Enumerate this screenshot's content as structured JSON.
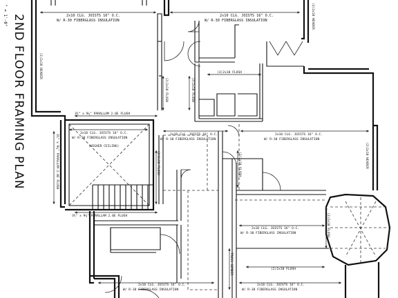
{
  "title": "2ND FLOOR FRAMING PLAN",
  "scale": "\" = 1'-0\"",
  "labels": {
    "joist_top_left": "2x10 CLG. JOISTS 16\" O.C.",
    "insul_top_left": "W/ R-30 FIBERGLASS INSULATION",
    "joist_top_mid": "2x10 CLG. JOISTS 16\" O.C.",
    "insul_top_mid": "W/ R-30 FIBERGLASS INSULATION",
    "header_left": "(2)2x10 HEADER",
    "header_top_right": "(2)2x10 HEADER",
    "header_right": "(2)2x10 HEADER",
    "flush_center": "(3)2x10 FLUSH",
    "flush_v1": "(2)2x10 FLUSH",
    "flush_v2": "(2)2x10 FLUSH",
    "parallam_top": "3½\" x 9¼\" PARALLAM 2.0E FLUSH",
    "joist_stair": "2x10 CLG. JOISTS 16\" O.C.",
    "insul_stair": "W/ R-30 FIBERGLASS INSULATION",
    "ceiling_stair": "(HIGHER CEILING)",
    "parallam_left_v": "3½\" x 9¼\" PARALLAM 2.0E FLUSH",
    "parallam_bottom": "3½\" x 9¼\" PARALLAM 2.0E FLUSH",
    "joist_mid": "2x10 CLG. JOISTS 16\" O.C.",
    "insul_mid": "W/ R-30 FIBERGLASS INSULATION",
    "flush_mid_v": "(2)2x10 FLUSH",
    "joist_right": "2x10 CLG. JOISTS 16\" O.C.",
    "insul_right": "W/ R-30 FIBERGLASS INSULATION",
    "flush_mid_v2": "(2)2x10 FLUSH",
    "joist_lower_right": "2x10 CLG. JOISTS 16\" O.C.",
    "insul_lower_right": "W/ R-30 FIBERGLASS INSULATION",
    "flush_octagon": "(2)2x10 FLUSH",
    "flush_lower": "(2)2x10 FLUSH",
    "girder_v": "TRUSS GIRDER",
    "joist_bottom_left": "2x10 CLG. JOISTS 16\" O.C.",
    "insul_bottom_left": "W/ R-30 FIBERGLASS INSULATION",
    "joist_bottom_right": "2x10 CLG. JOISTS 16\" O.C.",
    "insul_bottom_right": "W/ R-30 FIBERGLASS INSULATION"
  }
}
